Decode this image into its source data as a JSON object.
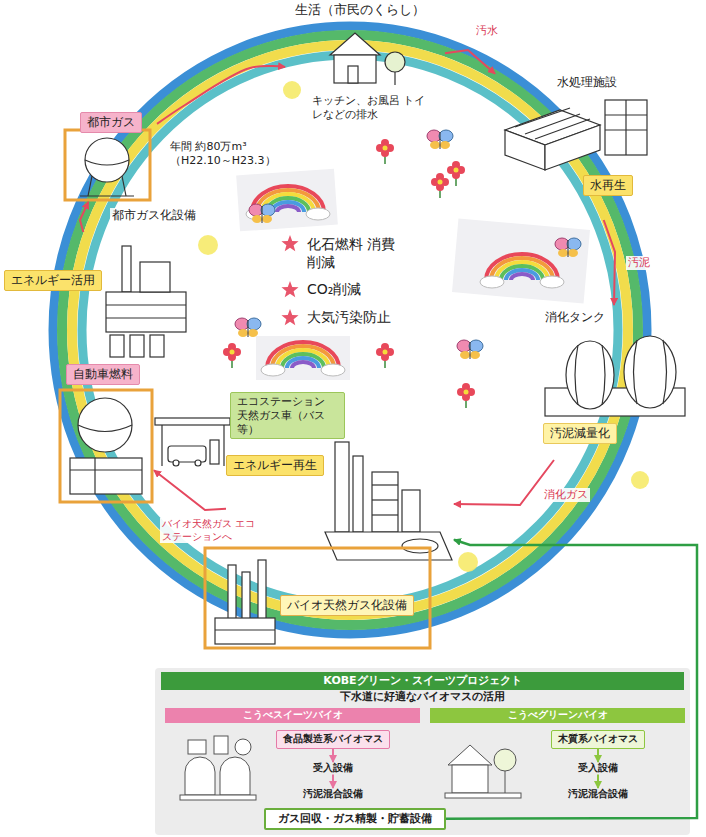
{
  "diagram": {
    "nodes": [
      {
        "text": [
          "生活（市民のくらし）",
          "キッチン、お風呂 トイレなどの排水"
        ]
      },
      {
        "text": [
          "水処理施設",
          "水再生"
        ]
      },
      {
        "text": [
          "消化タンク",
          "汚泥減量化"
        ]
      },
      {
        "text": [
          "エネルギー再生"
        ]
      },
      {
        "text": [
          "バイオ天然ガス化設備"
        ]
      },
      {
        "text": [
          "エコステーション 天然ガス車（バス等）"
        ]
      },
      {
        "text": [
          "自動車燃料"
        ]
      },
      {
        "text": [
          "都市ガス化設備",
          "エネルギー活用"
        ]
      },
      {
        "text": [
          "都市ガス"
        ]
      },
      {
        "text": [
          "KOBEグリーン・スイーツプロジェクト",
          "下水道に好適なバイオマスの活用"
        ]
      },
      {
        "text": [
          "こうべスイーツバイオ"
        ],
        "in": 9
      },
      {
        "text": [
          "食品製造系バイオマス"
        ],
        "in": 10
      },
      {
        "text": [
          "受入設備"
        ],
        "in": 10
      },
      {
        "text": [
          "汚泥混合設備"
        ],
        "in": 10
      },
      {
        "text": [
          "こうべグリーンバイオ"
        ],
        "in": 9
      },
      {
        "text": [
          "木質系バイオマス"
        ],
        "in": 14
      },
      {
        "text": [
          "受入設備"
        ],
        "in": 14
      },
      {
        "text": [
          "汚泥混合設備"
        ],
        "in": 14
      },
      {
        "text": [
          "ガス回収・ガス精製・貯蓄設備"
        ],
        "in": 9
      }
    ],
    "edges": [
      {
        "from": 7,
        "to": 8,
        "arrow": "to"
      },
      {
        "from": 8,
        "to": 0,
        "arrow": "to"
      },
      {
        "from": 0,
        "to": 1,
        "label": "汚水",
        "arrow": "to"
      },
      {
        "from": 1,
        "to": 2,
        "label": "汚泥",
        "arrow": "to"
      },
      {
        "from": 2,
        "to": 3,
        "label": "消化ガス",
        "arrow": "to"
      },
      {
        "from": 3,
        "to": 6,
        "label": "バイオ天然ガス エコステーションへ",
        "arrow": "to"
      },
      {
        "from": 11,
        "to": 12,
        "arrow": "to"
      },
      {
        "from": 12,
        "to": 13,
        "arrow": "to"
      },
      {
        "from": 15,
        "to": 16,
        "arrow": "to"
      },
      {
        "from": 16,
        "to": 17,
        "arrow": "to"
      },
      {
        "from": 18,
        "to": 3,
        "arrow": "to"
      }
    ],
    "labels": [
      "年間 約80万m³ （H22.10～H23.3）",
      "化石燃料 消費削減",
      "CO₂削減",
      "大気汚染防止"
    ]
  }
}
